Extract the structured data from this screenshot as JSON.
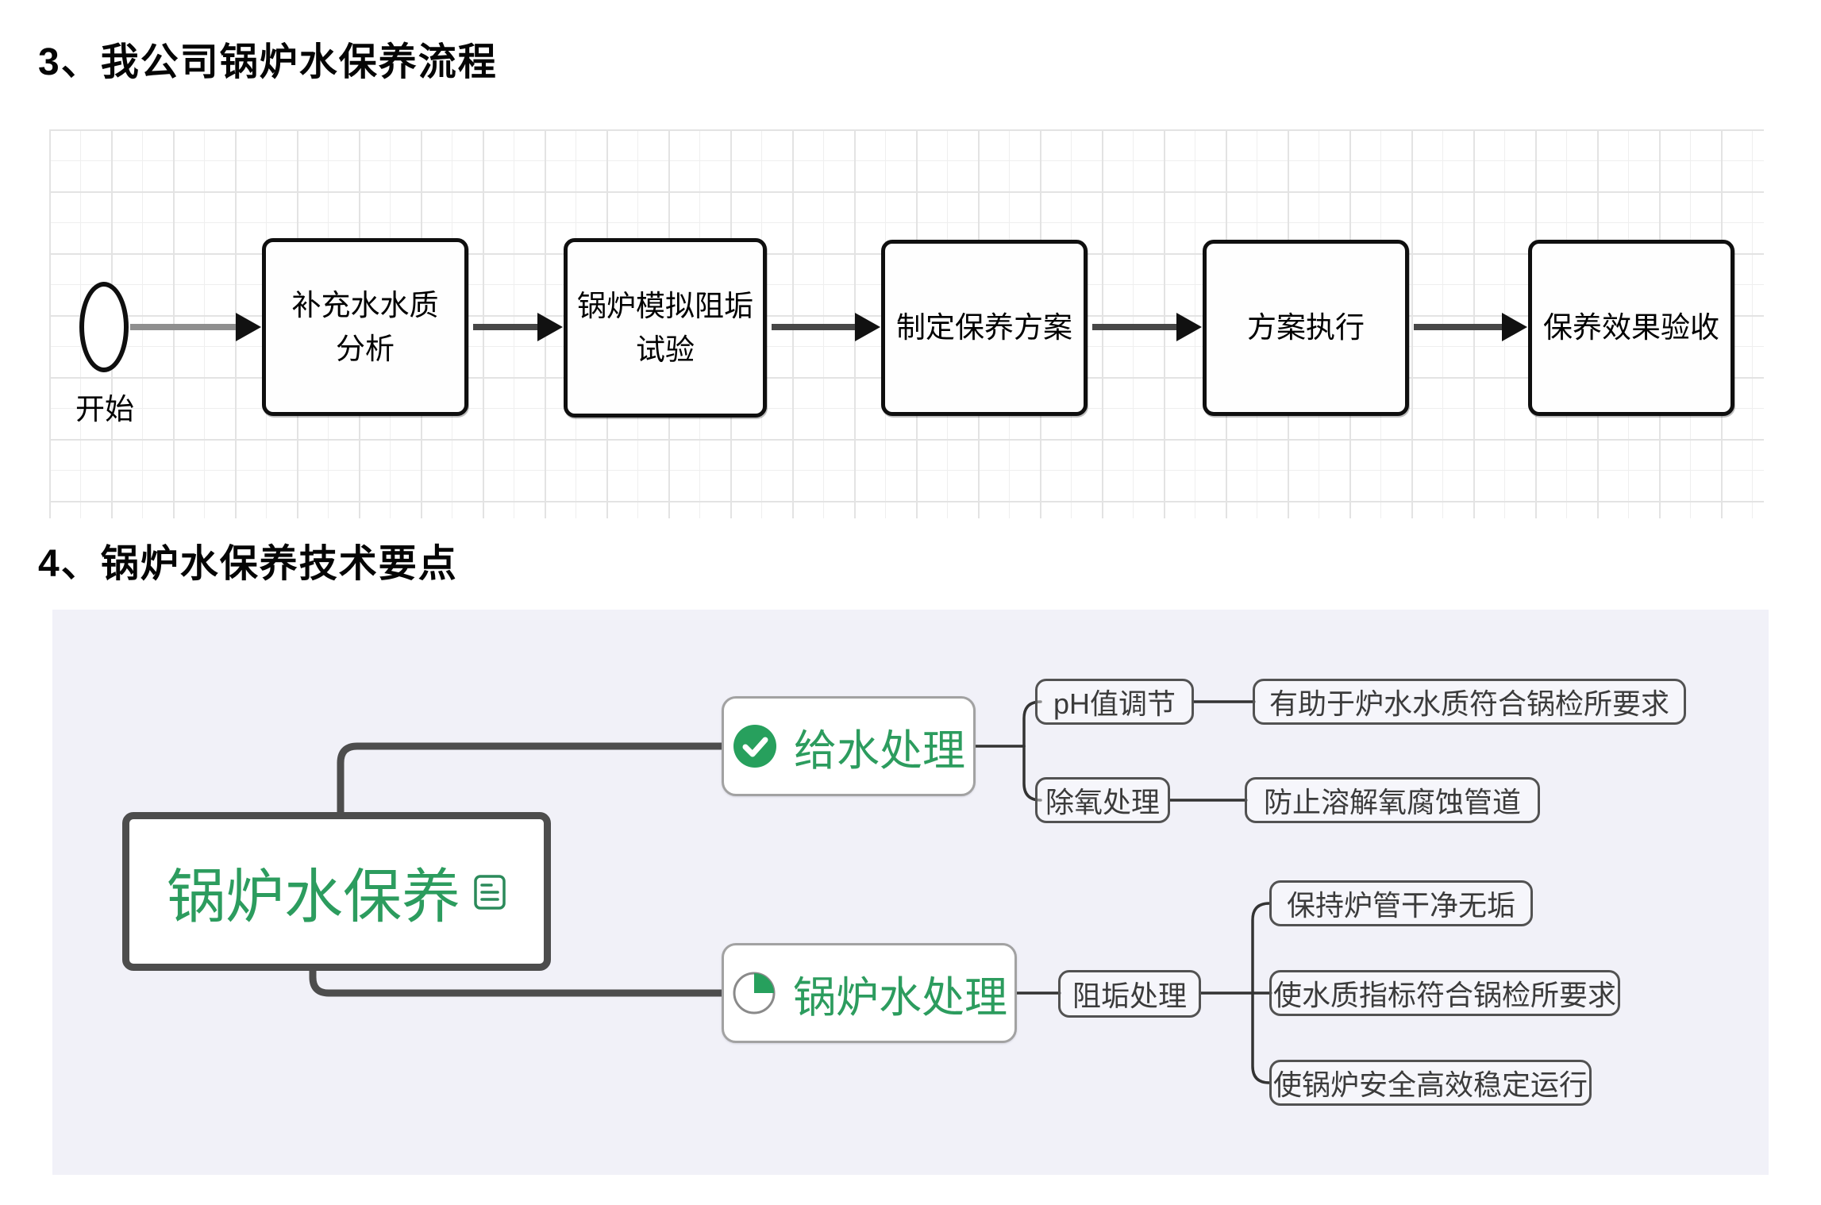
{
  "section3": {
    "heading": "3、我公司锅炉水保养流程",
    "flowchart": {
      "start_label": "开始",
      "steps": [
        {
          "lines": [
            "补充水水质",
            "分析"
          ]
        },
        {
          "lines": [
            "锅炉模拟阻垢",
            "试验"
          ]
        },
        {
          "lines": [
            "制定保养方案"
          ]
        },
        {
          "lines": [
            "方案执行"
          ]
        },
        {
          "lines": [
            "保养效果验收"
          ]
        }
      ]
    }
  },
  "section4": {
    "heading": "4、锅炉水保养技术要点",
    "mindmap": {
      "root": {
        "label": "锅炉水保养",
        "icon": "note-icon"
      },
      "feedwater": {
        "label": "给水处理",
        "icon": "check-circle-icon",
        "ph": {
          "label": "pH值调节",
          "benefit": "有助于炉水水质符合锅检所要求"
        },
        "deox": {
          "label": "除氧处理",
          "benefit": "防止溶解氧腐蚀管道"
        }
      },
      "boilerwater": {
        "label": "锅炉水处理",
        "icon": "pie-chart-icon",
        "scale": {
          "label": "阻垢处理",
          "benefits": [
            "保持炉管干净无垢",
            "使水质指标符合锅检所要求",
            "使锅炉安全高效稳定运行"
          ]
        }
      }
    }
  },
  "colors": {
    "accent_green": "#2c9c5e",
    "mindmap_background": "#f1f1f8",
    "connector_dark": "#4d4d4d",
    "connector_thin": "#333333",
    "flow_border": "#0f0f0f",
    "grid_line": "#e3e3e3"
  }
}
